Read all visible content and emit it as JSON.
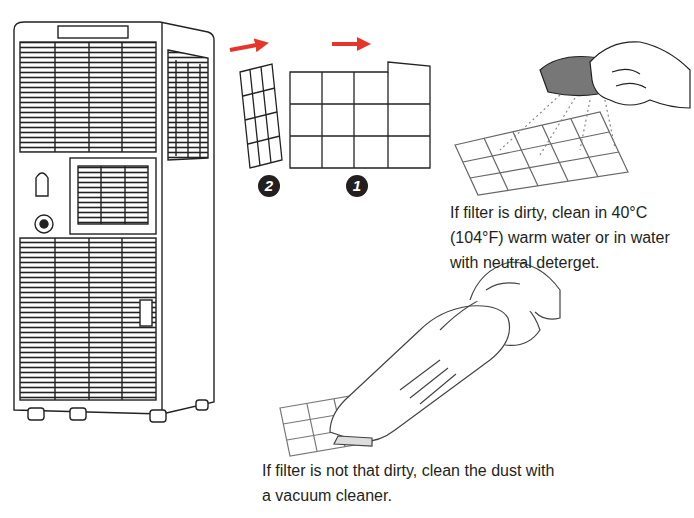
{
  "diagram": {
    "labels": [
      "2",
      "1",
      "If filter is dirty, clean in 40°C (104°F) warm water or in water with neutral deterget.",
      "If filter is not that dirty, clean the dust with a vacuum cleaner."
    ]
  }
}
